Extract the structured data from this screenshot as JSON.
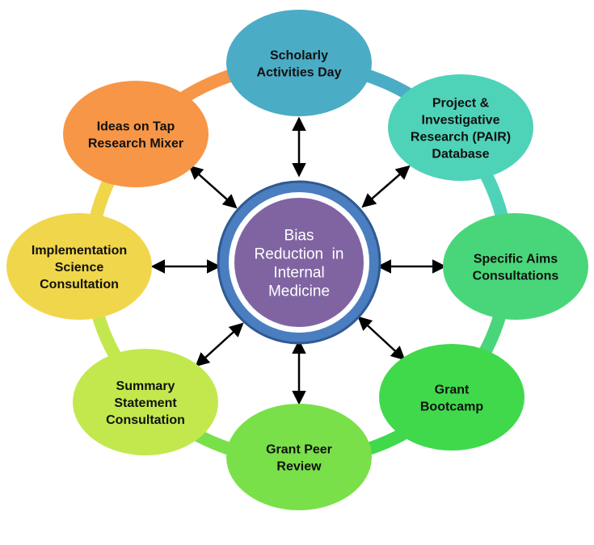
{
  "hub": {
    "lines": [
      "Bias",
      "Reduction  in",
      "Internal",
      "Medicine"
    ],
    "colors": {
      "outer": "#4a7ec0",
      "ring": "#5a8fd0",
      "inner": "#8064a2"
    }
  },
  "ring_color_stops": [
    "#f79646",
    "#4bacc6",
    "#4fd3b8",
    "#49d67a",
    "#40d94c",
    "#7ae04a",
    "#c2e84e",
    "#f0d64a"
  ],
  "nodes": [
    {
      "id": "scholarly-activities-day",
      "lines": [
        "Scholarly",
        "Activities Day"
      ],
      "color": "#4bacc6"
    },
    {
      "id": "pair-database",
      "lines": [
        "Project &",
        "Investigative",
        "Research (PAIR)",
        "Database"
      ],
      "color": "#4fd3b8"
    },
    {
      "id": "specific-aims-consultations",
      "lines": [
        "Specific Aims",
        "Consultations"
      ],
      "color": "#49d67a"
    },
    {
      "id": "grant-bootcamp",
      "lines": [
        "Grant",
        "Bootcamp"
      ],
      "color": "#40d94c"
    },
    {
      "id": "grant-peer-review",
      "lines": [
        "Grant Peer",
        "Review"
      ],
      "color": "#7ae04a"
    },
    {
      "id": "summary-statement-consultation",
      "lines": [
        "Summary",
        "Statement",
        "Consultation"
      ],
      "color": "#c2e84e"
    },
    {
      "id": "implementation-science-consultation",
      "lines": [
        "Implementation",
        "Science",
        "Consultation"
      ],
      "color": "#f0d64a"
    },
    {
      "id": "ideas-on-tap-research-mixer",
      "lines": [
        "Ideas on Tap",
        "Research Mixer"
      ],
      "color": "#f79646"
    }
  ],
  "arrow_color": "#000000"
}
